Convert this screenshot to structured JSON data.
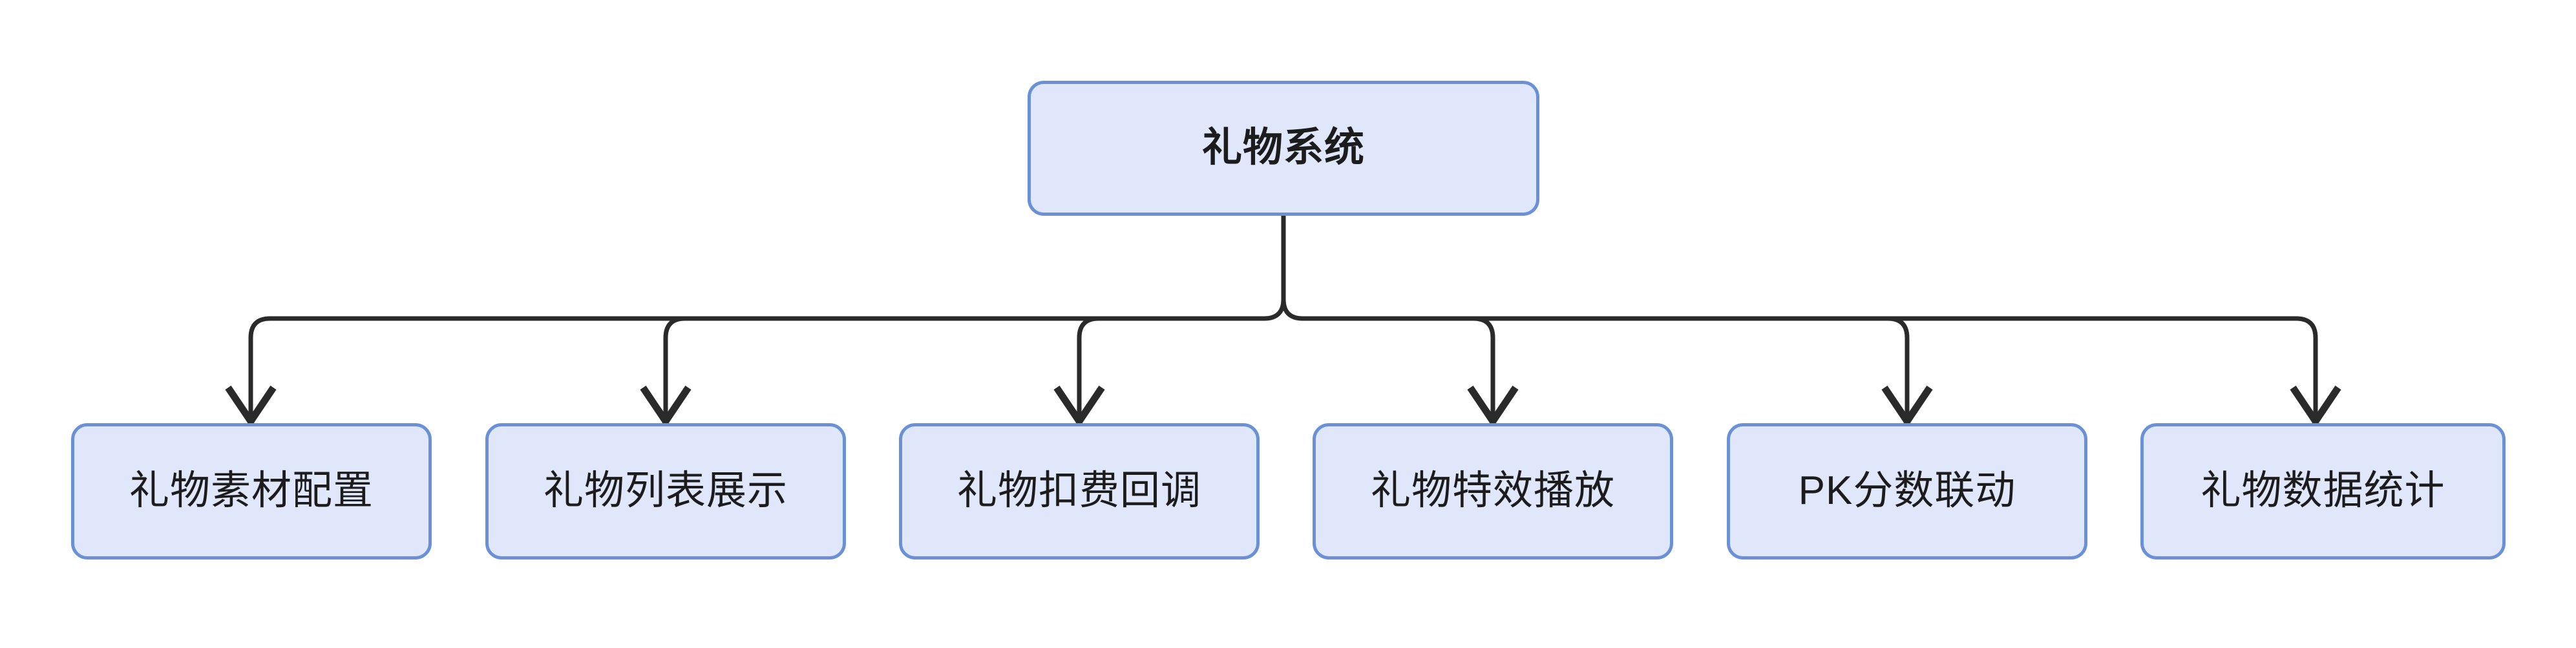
{
  "diagram": {
    "type": "flowchart",
    "direction": "top-down",
    "title": "礼物系统",
    "background_color": "#ffffff",
    "node_fill_color": "#e0e7fb",
    "node_border_color": "#6a91d6",
    "node_text_color": "#1c1c1c",
    "edge_color": "#2a2a2a",
    "root": {
      "label": "礼物系统"
    },
    "children": [
      {
        "label": "礼物素材配置"
      },
      {
        "label": "礼物列表展示"
      },
      {
        "label": "礼物扣费回调"
      },
      {
        "label": "礼物特效播放"
      },
      {
        "label": "PK分数联动"
      },
      {
        "label": "礼物数据统计"
      }
    ],
    "edges": [
      {
        "from": "礼物系统",
        "to": "礼物素材配置",
        "arrow": "down-arrow"
      },
      {
        "from": "礼物系统",
        "to": "礼物列表展示",
        "arrow": "down-arrow"
      },
      {
        "from": "礼物系统",
        "to": "礼物扣费回调",
        "arrow": "down-arrow"
      },
      {
        "from": "礼物系统",
        "to": "礼物特效播放",
        "arrow": "down-arrow"
      },
      {
        "from": "礼物系统",
        "to": "PK分数联动",
        "arrow": "down-arrow"
      },
      {
        "from": "礼物系统",
        "to": "礼物数据统计",
        "arrow": "down-arrow"
      }
    ]
  }
}
